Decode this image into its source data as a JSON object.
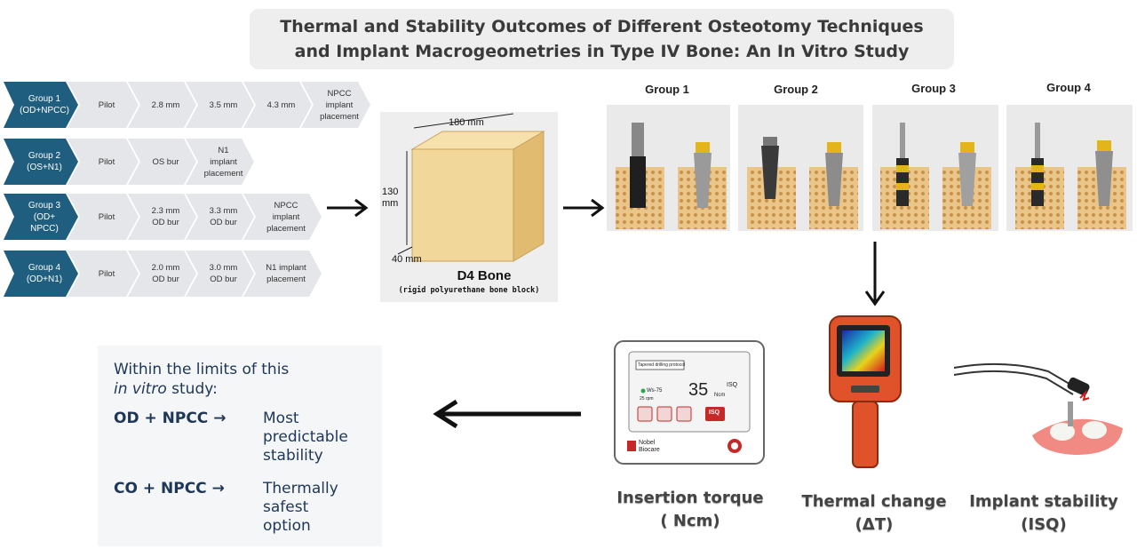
{
  "title": {
    "line1": "Thermal and Stability Outcomes of Different Osteotomy Techniques",
    "line2": "and Implant Macrogeometries in Type IV Bone: An In Vitro Study"
  },
  "workflow": [
    {
      "group": "Group 1",
      "code": "(OD+NPCC)",
      "steps": [
        "Pilot",
        "2.8 mm",
        "3.5 mm",
        "4.3 mm",
        "NPCC implant placement"
      ]
    },
    {
      "group": "Group 2",
      "code": "(OS+N1)",
      "steps": [
        "Pilot",
        "OS bur",
        "N1 implant placement"
      ]
    },
    {
      "group": "Group 3",
      "code": "(OD+ NPCC)",
      "steps": [
        "Pilot",
        "2.3 mm OD bur",
        "3.3 mm OD bur",
        "NPCC implant placement"
      ]
    },
    {
      "group": "Group 4",
      "code": "(OD+N1)",
      "steps": [
        "Pilot",
        "2.0 mm OD bur",
        "3.0 mm OD bur",
        "N1 implant placement"
      ]
    }
  ],
  "bone_block": {
    "name": "D4 Bone",
    "description": "(rigid polyurethane bone block)",
    "width_label": "180 mm",
    "height_label": "130 mm",
    "depth_label": "40 mm"
  },
  "group_images": [
    "Group 1",
    "Group 2",
    "Group 3",
    "Group 4"
  ],
  "device": {
    "protocol": "Tapered drilling protocol",
    "speed": "Ws-75",
    "rpm": "25 rpm",
    "torque_value": "35",
    "torque_unit": "Ncm",
    "isq_label": "ISQ",
    "isq_button": "ISQ",
    "brand_line1": "Nobel",
    "brand_line2": "Biocare"
  },
  "measurements": [
    {
      "line1": "Insertion torque",
      "line2": "( Ncm)"
    },
    {
      "line1": "Thermal change",
      "line2": "(ΔT)"
    },
    {
      "line1": "Implant stability",
      "line2": "(ISQ)"
    }
  ],
  "conclusion": {
    "intro_line1": "Within the limits of this",
    "intro_italic": "in vitro",
    "intro_line2_rest": " study:",
    "rows": [
      {
        "key": "OD + NPCC →",
        "value_lines": [
          "Most",
          "predictable",
          "stability"
        ]
      },
      {
        "key": "CO + NPCC →",
        "value_lines": [
          "Thermally",
          "safest",
          "option"
        ]
      }
    ]
  },
  "colors": {
    "header_chevron": "#1f5e7e",
    "step_chevron": "#e4e6e9",
    "conclusion_text": "#1e3657",
    "bone": "#f2d79a"
  }
}
